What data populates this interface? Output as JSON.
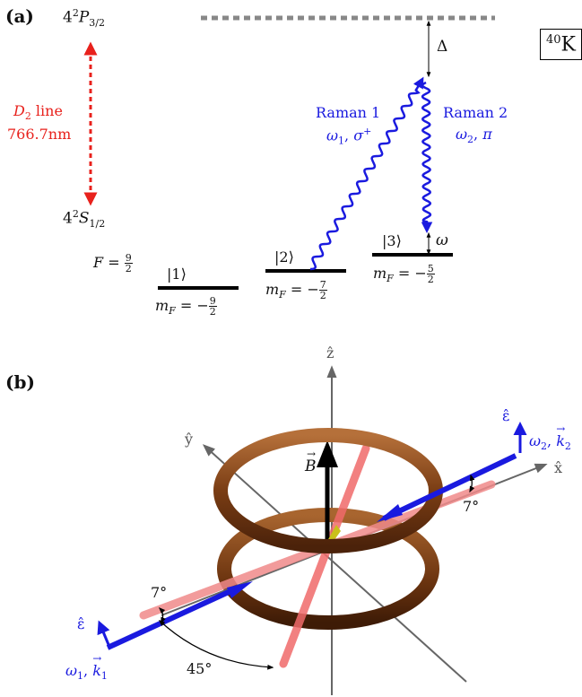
{
  "panel_a": {
    "label": "(a)",
    "upper_state": {
      "prefix": "4",
      "sup": "2",
      "letter": "P",
      "sub": "3/2"
    },
    "lower_state": {
      "prefix": "4",
      "sup": "2",
      "letter": "S",
      "sub": "1/2"
    },
    "d2_line_name": "D",
    "d2_line_sub": "2",
    "d2_line_suffix": " line",
    "d2_wavelength": "766.7nm",
    "isotope_mass": "40",
    "isotope_symbol": "K",
    "detuning": "Δ",
    "raman1": {
      "label": "Raman 1",
      "freq": "ω",
      "freq_sub": "1",
      "pol": "σ",
      "pol_sup": "+"
    },
    "raman2": {
      "label": "Raman 2",
      "freq": "ω",
      "freq_sub": "2",
      "pol": "π"
    },
    "splitting": "ω",
    "hyperfine": {
      "F": "F",
      "eq": " = ",
      "num": "9",
      "den": "2"
    },
    "levels": [
      {
        "ket": "|1⟩",
        "mF_label": "m",
        "mF_sub": "F",
        "eq": " = −",
        "num": "9",
        "den": "2"
      },
      {
        "ket": "|2⟩",
        "mF_label": "m",
        "mF_sub": "F",
        "eq": " = −",
        "num": "7",
        "den": "2"
      },
      {
        "ket": "|3⟩",
        "mF_label": "m",
        "mF_sub": "F",
        "eq": " = −",
        "num": "5",
        "den": "2"
      }
    ]
  },
  "panel_b": {
    "label": "(b)",
    "axes": {
      "z": "ẑ",
      "y": "ŷ",
      "x": "x̂"
    },
    "field": "B",
    "angle_small_right": "7°",
    "angle_small_left": "7°",
    "angle_large": "45°",
    "beam_right": {
      "pol": "ε̂",
      "freq": "ω",
      "freq_sub": "2",
      "k": "k",
      "k_sub": "2"
    },
    "beam_left": {
      "pol": "ε̂",
      "freq": "ω",
      "freq_sub": "1",
      "k": "k",
      "k_sub": "1"
    }
  },
  "colors": {
    "laser": "#e8211c",
    "raman": "#1a1adf",
    "coil": "#8a4a1c",
    "field": "#000000",
    "axis": "#666666"
  }
}
